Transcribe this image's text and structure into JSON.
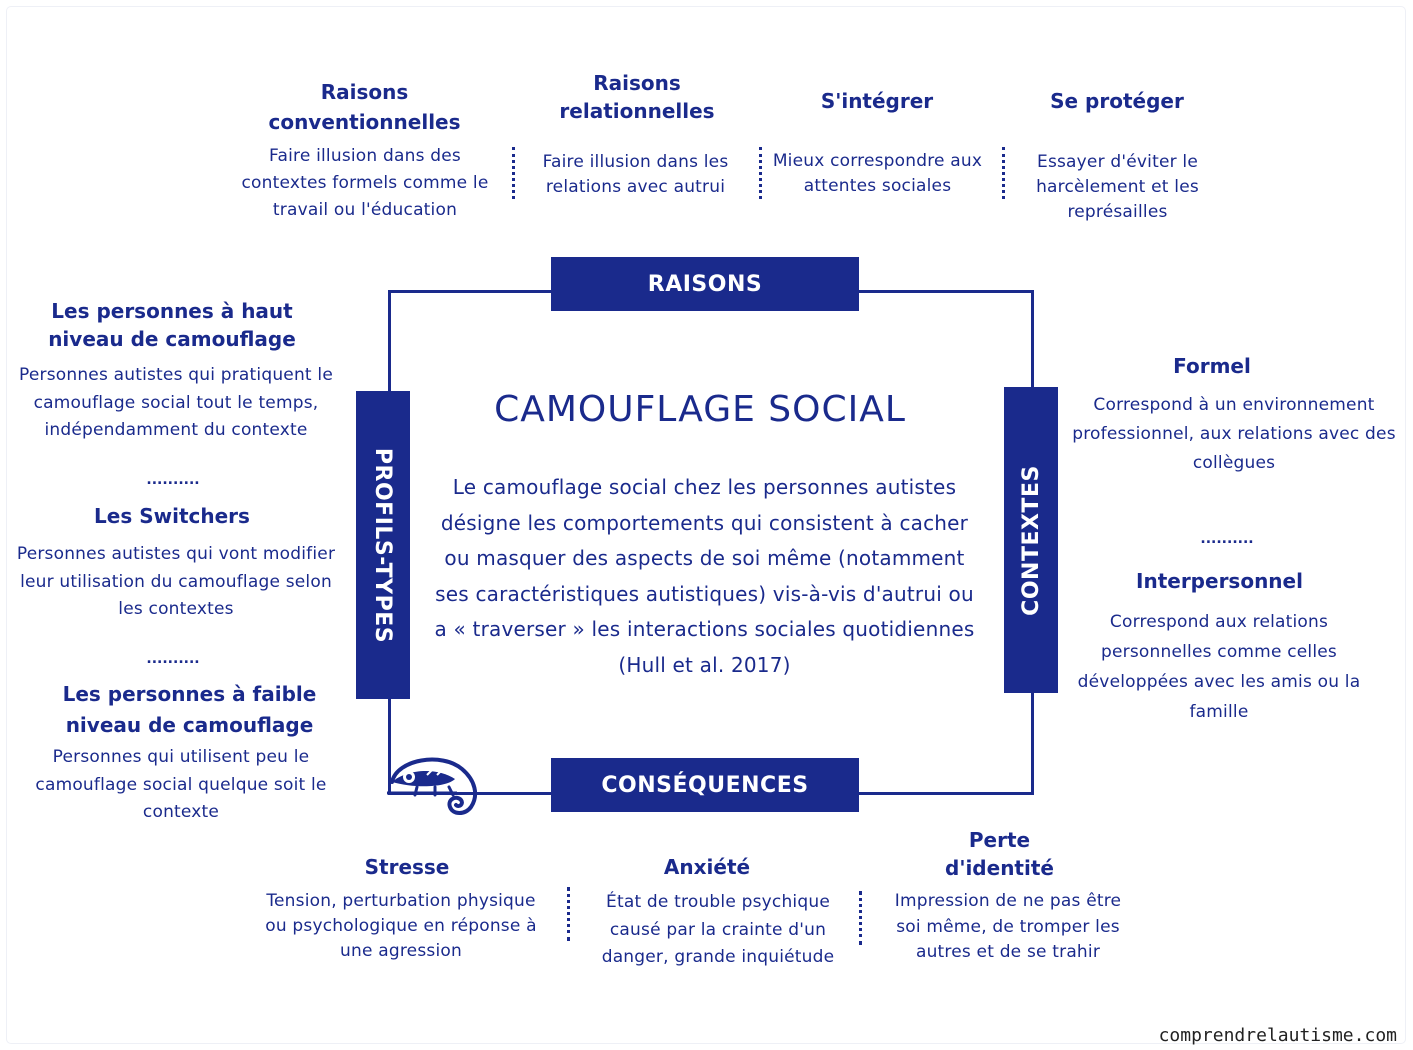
{
  "title": "CAMOUFLAGE SOCIAL",
  "definition": "Le camouflage social chez les personnes autistes désigne les comportements qui consistent à cacher ou masquer des aspects de soi même (notamment ses caractéristiques autistiques) vis-à-vis d'autrui ou a « traverser » les interactions sociales quotidiennes (Hull et al. 2017)",
  "banners": {
    "raisons": "RAISONS",
    "consequences": "CONSÉQUENCES",
    "profils": "PROFILS-TYPES",
    "contextes": "CONTEXTES"
  },
  "raisons": [
    {
      "title": "Raisons conventionnelles",
      "text": "Faire illusion dans des contextes formels comme le travail ou l'éducation"
    },
    {
      "title": "Raisons relationnelles",
      "text": "Faire illusion dans les relations avec autrui"
    },
    {
      "title": "S'intégrer",
      "text": "Mieux correspondre aux attentes sociales"
    },
    {
      "title": "Se protéger",
      "text": "Essayer d'éviter le harcèlement et les représailles"
    }
  ],
  "profils": [
    {
      "title": "Les personnes à haut niveau de camouflage",
      "text": "Personnes autistes qui pratiquent le camouflage social tout le temps, indépendamment du contexte"
    },
    {
      "title": "Les Switchers",
      "text": "Personnes autistes qui vont modifier leur utilisation du camouflage selon les contextes"
    },
    {
      "title": "Les personnes à faible niveau de camouflage",
      "text": "Personnes qui utilisent peu le camouflage social quelque soit le contexte"
    }
  ],
  "contextes": [
    {
      "title": "Formel",
      "text": "Correspond à un environnement professionnel, aux relations avec des collègues"
    },
    {
      "title": "Interpersonnel",
      "text": "Correspond aux relations personnelles comme celles développées avec les amis ou la famille"
    }
  ],
  "consequences": [
    {
      "title": "Stresse",
      "text": "Tension, perturbation physique ou psychologique en réponse à une agression"
    },
    {
      "title": "Anxiété",
      "text": "État de trouble psychique causé par la crainte d'un danger, grande inquiétude"
    },
    {
      "title": "Perte d'identité",
      "text": "Impression de ne pas être soi même, de tromper les autres et de se trahir"
    }
  ],
  "separator": "..........",
  "footer": "comprendrelautisme.com",
  "icons": {
    "mascot": "chameleon-icon"
  },
  "colors": {
    "primary": "#1a2a8c",
    "background": "#ffffff"
  }
}
